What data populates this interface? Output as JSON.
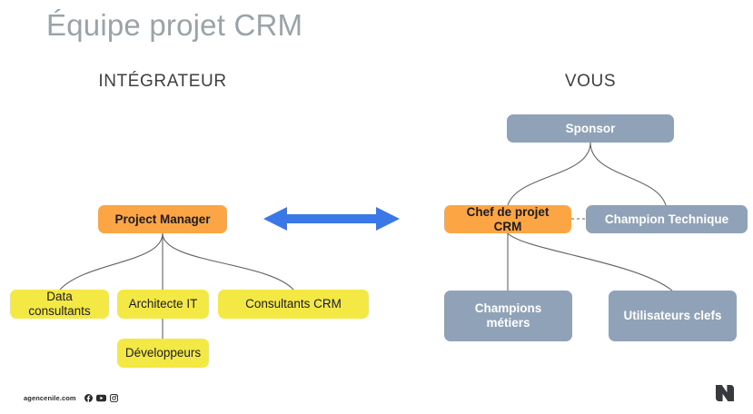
{
  "slide": {
    "title": "Équipe projet CRM",
    "headings": {
      "left": "INTÉGRATEUR",
      "right": "VOUS"
    }
  },
  "colors": {
    "title_gray": "#9aa3a8",
    "heading_dark": "#3c4043",
    "orange": "#fca544",
    "yellow": "#f4e844",
    "blue_gray": "#8fa2b8",
    "arrow_blue": "#3b78e7",
    "connector_gray": "#5f6368",
    "logo_dark": "#36393d"
  },
  "integrator": {
    "root": {
      "label": "Project Manager",
      "style": "orange"
    },
    "children": [
      {
        "label": "Data consultants",
        "style": "yellow"
      },
      {
        "label": "Architecte IT",
        "style": "yellow"
      },
      {
        "label": "Consultants CRM",
        "style": "yellow"
      }
    ],
    "grandchildren": [
      {
        "label": "Développeurs",
        "style": "yellow",
        "parent": "Architecte IT"
      }
    ]
  },
  "client": {
    "root": {
      "label": "Sponsor",
      "style": "blue"
    },
    "level2": [
      {
        "label": "Chef de projet CRM",
        "style": "orange"
      },
      {
        "label": "Champion Technique",
        "style": "blue"
      }
    ],
    "level3": [
      {
        "label": "Champions métiers",
        "style": "blue"
      },
      {
        "label": "Utilisateurs clefs",
        "style": "blue"
      }
    ]
  },
  "exchange": {
    "icon": "double-headed-arrow",
    "direction": "bidirectional"
  },
  "footer": {
    "site": "agencenile.com",
    "social": [
      {
        "name": "facebook-icon",
        "glyph": "f"
      },
      {
        "name": "youtube-icon",
        "glyph": "▶"
      },
      {
        "name": "instagram-icon",
        "glyph": "◻"
      }
    ],
    "logo": "nile-logo"
  }
}
